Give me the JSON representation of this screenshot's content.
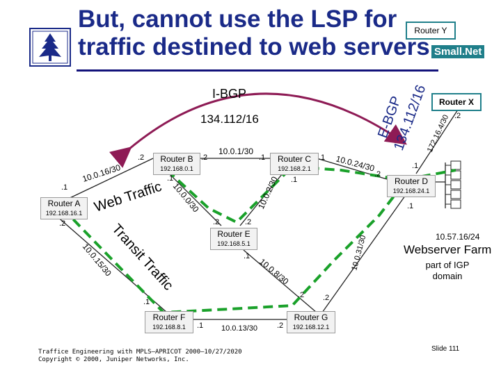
{
  "title": {
    "line1": "But, cannot use the LSP for",
    "line2": "traffic destined to web servers"
  },
  "routers": {
    "y": "Router Y",
    "x": "Router X",
    "a": "Router A",
    "b": "Router B",
    "c": "Router C",
    "d": "Router D",
    "e": "Router E",
    "f": "Router F",
    "g": "Router G"
  },
  "router_addresses": {
    "a": "192.168.16.1",
    "b": "192.168.0.1",
    "c": "192.168.2.1",
    "d": "192.168.24.1",
    "e": "192.168.5.1",
    "f": "192.168.8.1",
    "g": "192.168.12.1"
  },
  "labels": {
    "smallnet": "Small.Net",
    "ibgp": "I-BGP",
    "ibgp_prefix": "134.112/16",
    "ebgp": "E-BGP",
    "ebgp_prefix": "134.112/16",
    "web_traffic": "Web Traffic",
    "transit_traffic": "Transit Traffic",
    "webserver_prefix": "10.57.16/24",
    "webserver_farm": "Webserver Farm",
    "igp_domain_line1": "part of IGP",
    "igp_domain_line2": "domain"
  },
  "links": {
    "a_b": "10.0.16/30",
    "b_c": "10.0.1/30",
    "c_d": "10.0.24/30",
    "d_x": "172.16.4/30",
    "b_e": "10.0.0/30",
    "c_e": "10.0.2/30",
    "a_f": "10.0.15/30",
    "e_g": "10.0.8/30",
    "d_g": "10.0.31/30",
    "f_g": "10.0.13/30"
  },
  "interfaces": {
    "a_top": ".1",
    "a_bottom": ".2",
    "b_left": ".2",
    "b_right": ".2",
    "b_bottom": ".1",
    "c_left": ".1",
    "c_right": ".1",
    "c_bottom": ".1",
    "d_left": ".2",
    "d_top": ".1",
    "d_bottom": ".1",
    "x_bottom": ".2",
    "e_left": ".2",
    "e_top": ".2",
    "e_bottom": ".1",
    "f_top": ".1",
    "f_right": ".1",
    "g_left": ".2",
    "g_top_left": ".2",
    "g_top_right": ".2"
  },
  "footer": {
    "line1": "Traffice Engineering with MPLS—APRICOT 2000—10/27/2020",
    "line2": "Copyright © 2000, Juniper Networks, Inc."
  },
  "slide_number": "Slide 111",
  "colors": {
    "title": "#1a2a88",
    "router_y_box": "#1f7f8a",
    "router_x_box": "#1f7f8a",
    "ebgp_text": "#1a2a88",
    "arrow": "#8e1b55",
    "path": "#1aa12a",
    "links": "#222222"
  },
  "icons": [
    "juniper-tree-logo",
    "server-icons"
  ]
}
